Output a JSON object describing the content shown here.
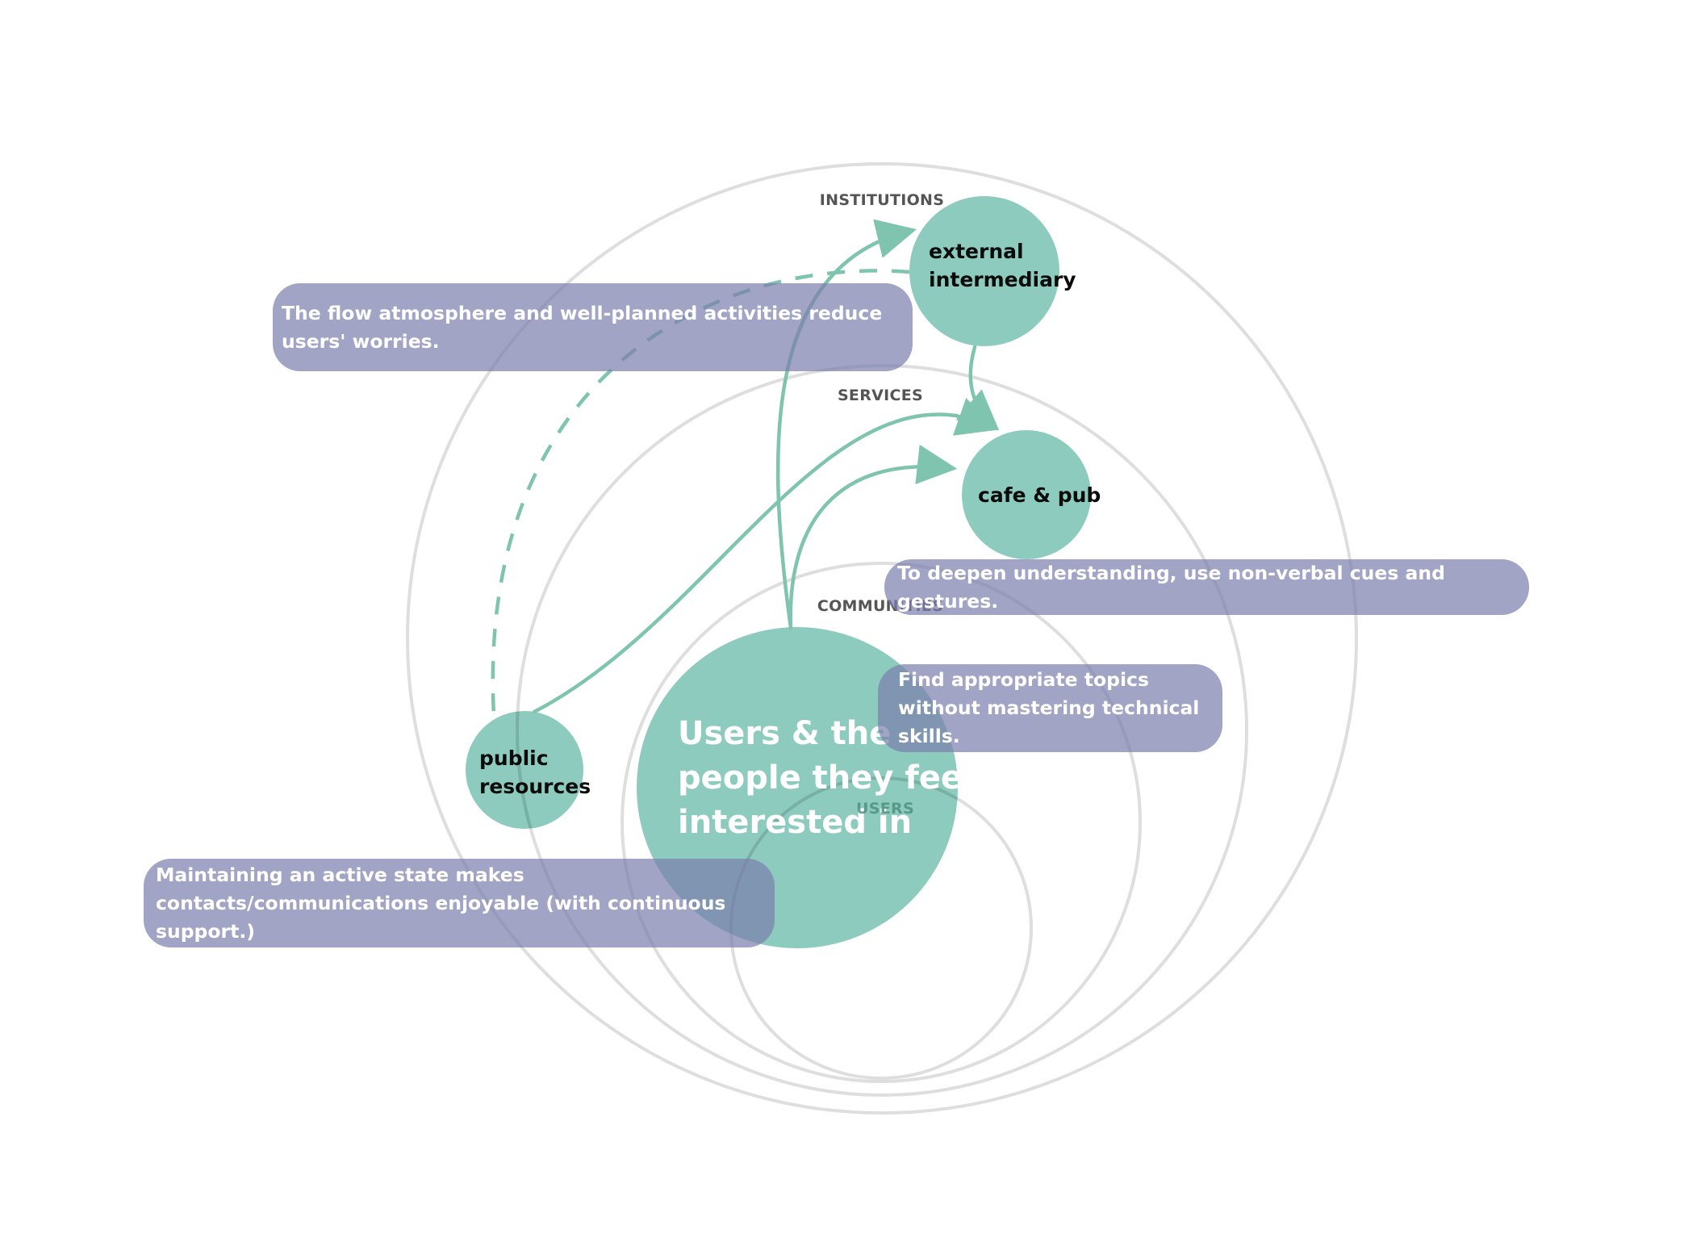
{
  "diagram": {
    "type": "concentric-ecosystem-map",
    "rings": [
      {
        "id": "institutions",
        "label": "INSTITUTIONS"
      },
      {
        "id": "services",
        "label": "SERVICES"
      },
      {
        "id": "communities",
        "label": "COMMUNITIES"
      },
      {
        "id": "users",
        "label": "USERS"
      }
    ],
    "nodes": {
      "main": {
        "lines": [
          "Users & the",
          "people they feel",
          "interested in"
        ],
        "ring": "users"
      },
      "external": {
        "lines": [
          "external",
          "intermediary"
        ],
        "ring": "institutions"
      },
      "cafe": {
        "lines": [
          "cafe & pub"
        ],
        "ring": "services"
      },
      "public": {
        "lines": [
          "public",
          "resources"
        ],
        "ring": "services"
      }
    },
    "links": [
      {
        "from": "main",
        "to": "external",
        "style": "solid",
        "arrow": true
      },
      {
        "from": "external",
        "to": "public",
        "style": "dashed",
        "arrow": false
      },
      {
        "from": "public",
        "to": "cafe",
        "style": "solid",
        "arrow": true
      },
      {
        "from": "main",
        "to": "cafe",
        "style": "solid",
        "arrow": true
      },
      {
        "from": "external",
        "to": "cafe",
        "style": "solid",
        "arrow": true
      }
    ],
    "callouts": [
      {
        "id": "flow",
        "text": "The flow atmosphere and well-planned activities reduce users' worries."
      },
      {
        "id": "nonverbal",
        "text": "To deepen understanding, use non-verbal cues and gestures."
      },
      {
        "id": "topics",
        "text": "Find appropriate topics without mastering technical skills."
      },
      {
        "id": "active",
        "text": "Maintaining an active state makes contacts/communications enjoyable (with continuous support.)"
      }
    ],
    "colors": {
      "node_fill": "#8ccbbd",
      "link": "#7fc4ae",
      "callout": "#a3a6c5",
      "ring": "#dcdcdc",
      "ring_label": "#555555",
      "background": "#ffffff"
    }
  }
}
